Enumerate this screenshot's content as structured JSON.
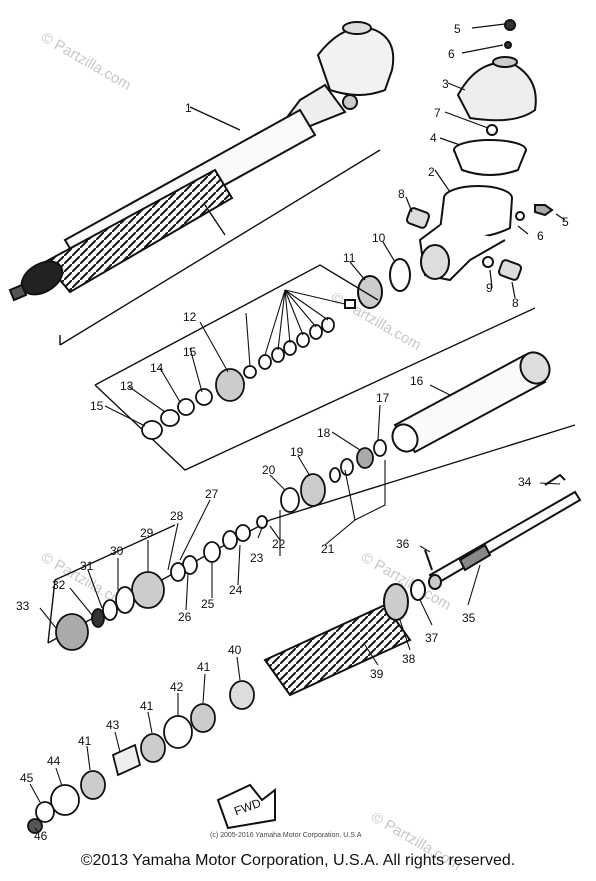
{
  "watermark": "© Partzilla.com",
  "diagram_copyright": "(c) 2005-2016 Yamaha Motor Corporation, U.S.A",
  "footer_copyright": "©2013 Yamaha Motor Corporation, U.S.A. All rights reserved.",
  "fwd_label": "FWD",
  "part_labels": [
    {
      "id": "p1",
      "text": "1"
    },
    {
      "id": "p2",
      "text": "2"
    },
    {
      "id": "p3",
      "text": "3"
    },
    {
      "id": "p4",
      "text": "4"
    },
    {
      "id": "p5a",
      "text": "5"
    },
    {
      "id": "p5b",
      "text": "5"
    },
    {
      "id": "p6a",
      "text": "6"
    },
    {
      "id": "p6b",
      "text": "6"
    },
    {
      "id": "p7",
      "text": "7"
    },
    {
      "id": "p8a",
      "text": "8"
    },
    {
      "id": "p8b",
      "text": "8"
    },
    {
      "id": "p9",
      "text": "9"
    },
    {
      "id": "p10",
      "text": "10"
    },
    {
      "id": "p11",
      "text": "11"
    },
    {
      "id": "p12",
      "text": "12"
    },
    {
      "id": "p13",
      "text": "13"
    },
    {
      "id": "p14",
      "text": "14"
    },
    {
      "id": "p15a",
      "text": "15"
    },
    {
      "id": "p15b",
      "text": "15"
    },
    {
      "id": "p16",
      "text": "16"
    },
    {
      "id": "p17",
      "text": "17"
    },
    {
      "id": "p18",
      "text": "18"
    },
    {
      "id": "p19",
      "text": "19"
    },
    {
      "id": "p20",
      "text": "20"
    },
    {
      "id": "p21",
      "text": "21"
    },
    {
      "id": "p22",
      "text": "22"
    },
    {
      "id": "p23",
      "text": "23"
    },
    {
      "id": "p24",
      "text": "24"
    },
    {
      "id": "p25",
      "text": "25"
    },
    {
      "id": "p26",
      "text": "26"
    },
    {
      "id": "p27",
      "text": "27"
    },
    {
      "id": "p28",
      "text": "28"
    },
    {
      "id": "p29",
      "text": "29"
    },
    {
      "id": "p30",
      "text": "30"
    },
    {
      "id": "p31",
      "text": "31"
    },
    {
      "id": "p32",
      "text": "32"
    },
    {
      "id": "p33",
      "text": "33"
    },
    {
      "id": "p34",
      "text": "34"
    },
    {
      "id": "p35",
      "text": "35"
    },
    {
      "id": "p36",
      "text": "36"
    },
    {
      "id": "p37",
      "text": "37"
    },
    {
      "id": "p38",
      "text": "38"
    },
    {
      "id": "p39",
      "text": "39"
    },
    {
      "id": "p40",
      "text": "40"
    },
    {
      "id": "p41a",
      "text": "41"
    },
    {
      "id": "p41b",
      "text": "41"
    },
    {
      "id": "p41c",
      "text": "41"
    },
    {
      "id": "p42",
      "text": "42"
    },
    {
      "id": "p43",
      "text": "43"
    },
    {
      "id": "p44",
      "text": "44"
    },
    {
      "id": "p45",
      "text": "45"
    },
    {
      "id": "p46",
      "text": "46"
    }
  ]
}
